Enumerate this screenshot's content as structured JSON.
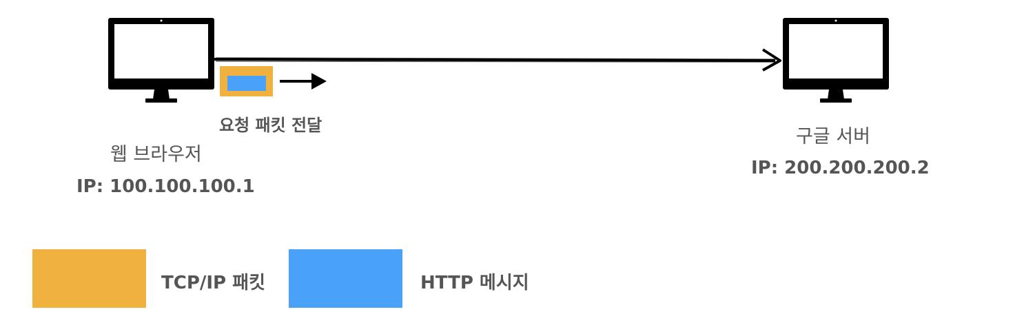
{
  "client": {
    "name": "웹 브라우저",
    "ip": "IP: 100.100.100.1"
  },
  "server": {
    "name": "구글 서버",
    "ip": "IP: 200.200.200.2"
  },
  "transfer_label": "요청 패킷 전달",
  "legend": {
    "tcp_label": "TCP/IP 패킷",
    "http_label": "HTTP 메시지"
  },
  "colors": {
    "tcp_packet": "#F0B13E",
    "http_message": "#4AA2F8",
    "monitor": "#000000",
    "text": "#555555"
  },
  "icons": {
    "client": "computer-monitor-icon",
    "server": "computer-monitor-icon"
  }
}
